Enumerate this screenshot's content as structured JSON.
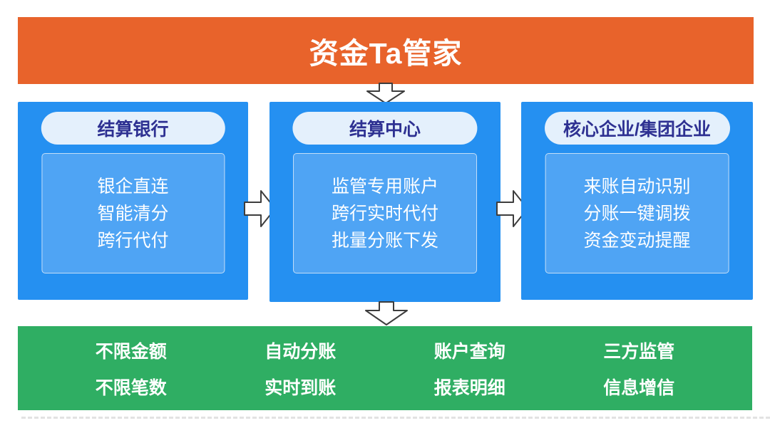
{
  "title": "资金Ta管家",
  "colors": {
    "banner_orange": "#E8632B",
    "box_blue": "#2590F1",
    "box_inner_blue": "#4FA4F4",
    "pill_bg": "#E4F0FC",
    "pill_text": "#2E3192",
    "banner_green": "#2FAE63",
    "arrow_fill": "#FFFFFF",
    "arrow_outline": "#3D3D3D",
    "text_white": "#FFFFFF"
  },
  "flow": {
    "columns": [
      {
        "header": "结算银行",
        "items": [
          "银企直连",
          "智能清分",
          "跨行代付"
        ]
      },
      {
        "header": "结算中心",
        "items": [
          "监管专用账户",
          "跨行实时代付",
          "批量分账下发"
        ]
      },
      {
        "header": "核心企业/集团企业",
        "items": [
          "来账自动识别",
          "分账一键调拨",
          "资金变动提醒"
        ]
      }
    ]
  },
  "footer": {
    "rows": [
      [
        "不限金额",
        "自动分账",
        "账户查询",
        "三方监管"
      ],
      [
        "不限笔数",
        "实时到账",
        "报表明细",
        "信息增信"
      ]
    ]
  },
  "icons": {
    "down_arrow": "down-arrow-icon",
    "right_arrow": "right-arrow-icon"
  }
}
